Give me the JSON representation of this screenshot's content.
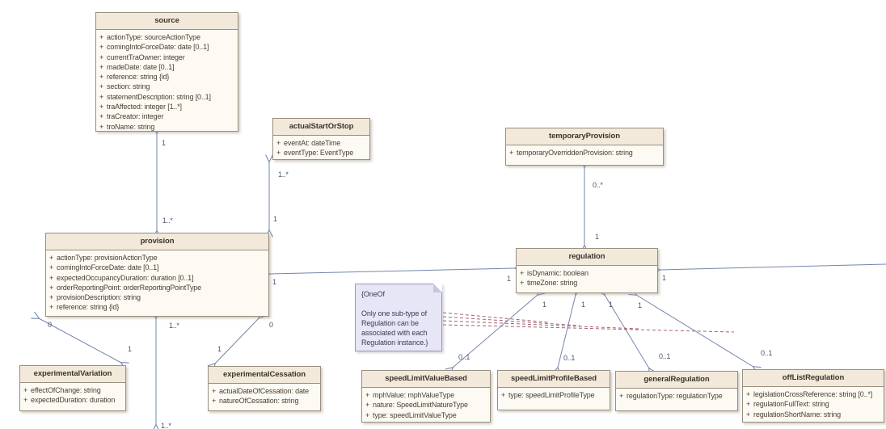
{
  "diagram_type": "uml-class-diagram",
  "visibility_marker": "+",
  "colors": {
    "connector": "#7485ad",
    "note_link_dashed": "#a3626f",
    "class_header_fill": "#f2e9db",
    "class_body_fill": "#fdfaf3",
    "class_border": "#998f7e",
    "note_fill": "#e6e6f6",
    "multiplicity_text": "#49536d"
  },
  "classes": {
    "source": {
      "title": "source",
      "attributes": [
        "actionType: sourceActionType",
        "comingIntoForceDate: date [0..1]",
        "currentTraOwner: integer",
        "madeDate: date [0..1]",
        "reference: string {id}",
        "section: string",
        "statementDescription: string [0..1]",
        "traAffected: integer [1..*]",
        "traCreator: integer",
        "troName: string"
      ]
    },
    "actualStartOrStop": {
      "title": "actualStartOrStop",
      "attributes": [
        "eventAt: dateTime",
        "eventType: EventType"
      ]
    },
    "temporaryProvision": {
      "title": "temporaryProvision",
      "attributes": [
        "temporaryOverriddenProvision: string"
      ]
    },
    "provision": {
      "title": "provision",
      "attributes": [
        "actionType: provisionActionType",
        "comingIntoForceDate: date [0..1]",
        "expectedOccupancyDuration: duration [0..1]",
        "orderReportingPoint: orderReportingPointType",
        "provisionDescription: string",
        "reference: string {id}"
      ]
    },
    "regulation": {
      "title": "regulation",
      "attributes": [
        "isDynamic: boolean",
        "timeZone: string"
      ]
    },
    "experimentalVariation": {
      "title": "experimentalVariation",
      "attributes": [
        "effectOfChange: string",
        "expectedDuration: duration"
      ]
    },
    "experimentalCessation": {
      "title": "experimentalCessation",
      "attributes": [
        "actualDateOfCessation: date",
        "natureOfCessation: string"
      ]
    },
    "speedLimitValueBased": {
      "title": "speedLimitValueBased",
      "attributes": [
        "mphValue: mphValueType",
        "nature: SpeedLimitNatureType",
        "type: speedLimitValueType"
      ]
    },
    "speedLimitProfileBased": {
      "title": "speedLimitProfileBased",
      "attributes": [
        "type: speedLimitProfileType"
      ]
    },
    "generalRegulation": {
      "title": "generalRegulation",
      "attributes": [
        "regulationType: regulationType"
      ]
    },
    "offListRegulation": {
      "title": "offListRegulation",
      "attributes": [
        "legislationCrossReference: string [0..*]",
        "regulationFullText: string",
        "regulationShortName: string"
      ]
    }
  },
  "note": {
    "opening": "{OneOf",
    "body": "Only one sub-type of Regulation can be associated with each Regulation instance.}"
  },
  "edges": {
    "source_provision": {
      "source_end": "1",
      "provision_end": "1..*"
    },
    "actualStartOrStop_provision": {
      "actual_end": "1..*",
      "provision_end": "1"
    },
    "temporaryProvision_regulation": {
      "temporary_end": "0..*",
      "regulation_end": "1"
    },
    "provision_regulation": {
      "provision_end": "1",
      "regulation_end": "1"
    },
    "regulation_external_right": {
      "regulation_end": "1"
    },
    "provision_experimentalVariation": {
      "provision_end": "0",
      "variation_end": "1"
    },
    "provision_experimentalCessation": {
      "provision_end": "0",
      "cessation_end": "1"
    },
    "provision_external_bottom": {
      "provision_end": "1..*",
      "far_end": "1..*"
    },
    "regulation_speedLimitValueBased": {
      "regulation_end": "1",
      "subtype_end": "0..1"
    },
    "regulation_speedLimitProfileBased": {
      "regulation_end": "1",
      "subtype_end": "0..1"
    },
    "regulation_generalRegulation": {
      "regulation_end": "1",
      "subtype_end": "0..1"
    },
    "regulation_offListRegulation": {
      "regulation_end": "1",
      "subtype_end": "0..1"
    }
  }
}
